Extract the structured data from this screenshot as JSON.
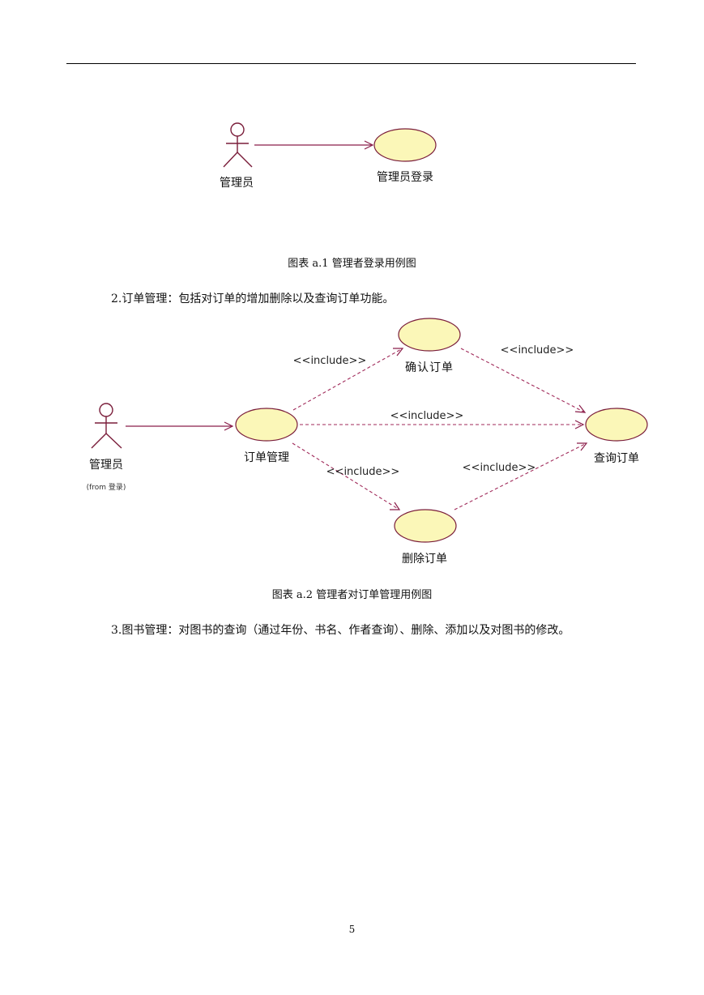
{
  "diagram1": {
    "actor_label": "管理员",
    "usecase_label": "管理员登录"
  },
  "caption1": "图表 a.1 管理者登录用例图",
  "para1": "2.订单管理：包括对订单的增加删除以及查询订单功能。",
  "diagram2": {
    "actor_label": "管理员",
    "actor_note": "(from 登录)",
    "usecases": {
      "manage": "订单管理",
      "confirm": "确认订单",
      "query": "查询订单",
      "delete": "删除订单"
    },
    "stereotypes": {
      "manage_confirm": "<<include>>",
      "confirm_query": "<<include>>",
      "manage_query": "<<include>>",
      "manage_delete": "<<include>>",
      "delete_query": "<<include>>"
    }
  },
  "caption2": "图表 a.2 管理者对订单管理用例图",
  "para2": "3.图书管理：对图书的查询（通过年份、书名、作者查询）、删除、添加以及对图书的修改。",
  "page_number": "5",
  "colors": {
    "usecase_fill": "#fbf7b8",
    "uml_line": "#7a1d3a"
  }
}
